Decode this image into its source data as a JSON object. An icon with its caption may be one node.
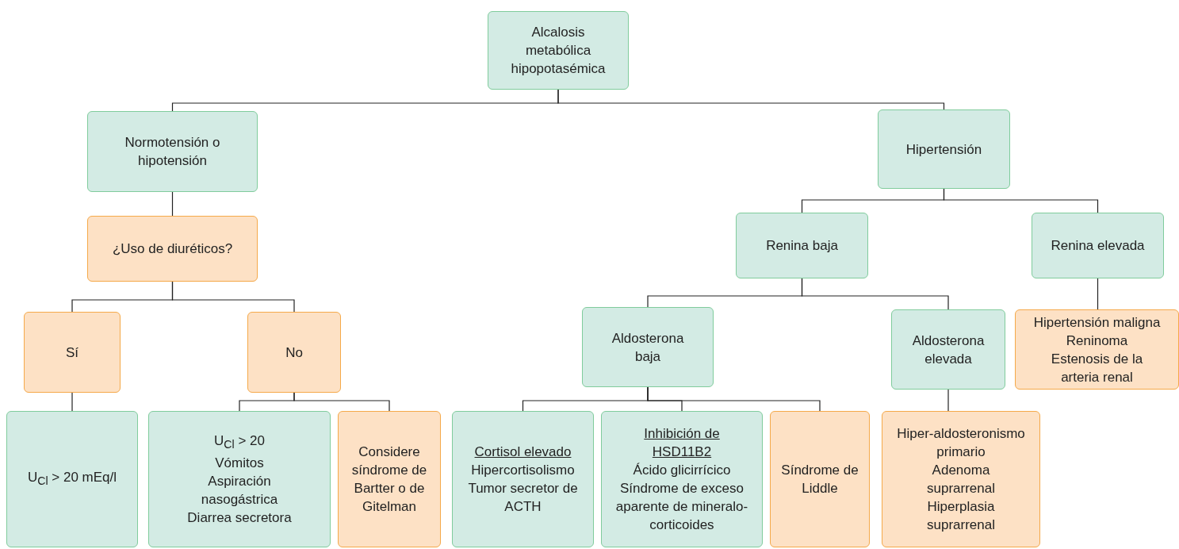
{
  "diagram": {
    "nodes": [
      {
        "text": [
          "Alcalosis metabólica hipopotasémica"
        ]
      },
      {
        "text": [
          "Normotensión o hipotensión"
        ]
      },
      {
        "text": [
          "Hipertensión"
        ]
      },
      {
        "text": [
          "¿Uso de diuréticos?"
        ]
      },
      {
        "text": [
          "Renina baja"
        ]
      },
      {
        "text": [
          "Renina elevada"
        ]
      },
      {
        "text": [
          "Sí"
        ]
      },
      {
        "text": [
          "No"
        ]
      },
      {
        "text": [
          "Aldosterona baja"
        ]
      },
      {
        "text": [
          "Aldosterona elevada"
        ]
      },
      {
        "text": [
          "Hipertensión maligna",
          "Reninoma",
          "Estenosis de la arteria renal"
        ]
      },
      {
        "text": [
          "U$_{Cl}$ > 20 mEq/l"
        ]
      },
      {
        "text": [
          "U$_{Cl}$ > 20",
          "Vómitos",
          "Aspiración nasogástrica",
          "Diarrea secretora"
        ]
      },
      {
        "text": [
          "Considere síndrome de Bartter o de Gitelman"
        ]
      },
      {
        "text": [
          "Cortisol elevado",
          "Hipercortisolismo",
          "Tumor secretor de ACTH"
        ]
      },
      {
        "text": [
          "Inhibición de HSD11B2",
          "Ácido glicirrícico",
          "Síndrome de exceso aparente de mineralo-corticoides"
        ]
      },
      {
        "text": [
          "Síndrome de Liddle"
        ]
      },
      {
        "text": [
          "Hiper-aldosteronismo primario",
          "Adenoma suprarrenal",
          "Hiperplasia suprarrenal"
        ]
      }
    ],
    "edges": [
      {
        "from": 0,
        "to": 1,
        "arrow": "none"
      },
      {
        "from": 0,
        "to": 2,
        "arrow": "none"
      },
      {
        "from": 1,
        "to": 3,
        "arrow": "none"
      },
      {
        "from": 2,
        "to": 4,
        "arrow": "none"
      },
      {
        "from": 2,
        "to": 5,
        "arrow": "none"
      },
      {
        "from": 3,
        "to": 6,
        "arrow": "none"
      },
      {
        "from": 3,
        "to": 7,
        "arrow": "none"
      },
      {
        "from": 4,
        "to": 8,
        "arrow": "none"
      },
      {
        "from": 4,
        "to": 9,
        "arrow": "none"
      },
      {
        "from": 5,
        "to": 10,
        "arrow": "none"
      },
      {
        "from": 6,
        "to": 11,
        "arrow": "none"
      },
      {
        "from": 7,
        "to": 12,
        "arrow": "none"
      },
      {
        "from": 7,
        "to": 13,
        "arrow": "none"
      },
      {
        "from": 8,
        "to": 14,
        "arrow": "none"
      },
      {
        "from": 8,
        "to": 15,
        "arrow": "none"
      },
      {
        "from": 8,
        "to": 16,
        "arrow": "none"
      },
      {
        "from": 9,
        "to": 17,
        "arrow": "none"
      }
    ]
  }
}
